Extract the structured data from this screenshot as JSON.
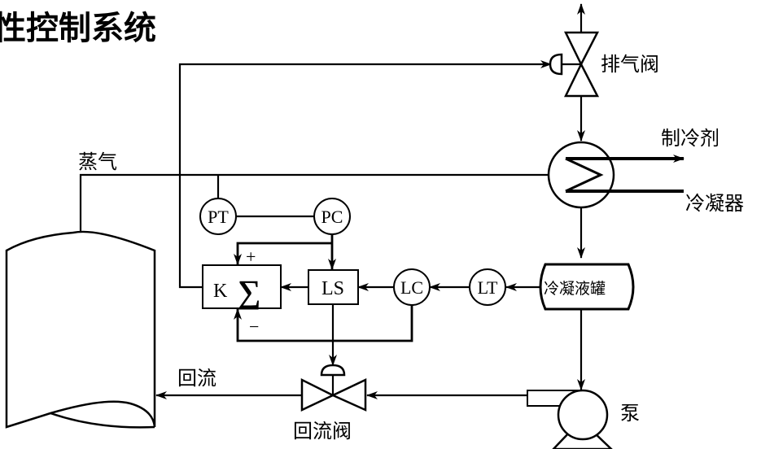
{
  "title": "性控制系统",
  "labels": {
    "vent_valve": "排气阀",
    "refrigerant": "制冷剂",
    "condenser": "冷凝器",
    "steam": "蒸气",
    "condensate_tank": "冷凝液罐",
    "reflux": "回流",
    "reflux_valve": "回流阀",
    "pump": "泵"
  },
  "instruments": {
    "pt": "PT",
    "pc": "PC",
    "ls": "LS",
    "lc": "LC",
    "lt": "LT",
    "k": "K",
    "sigma": "∑",
    "plus": "+",
    "minus": "−"
  }
}
